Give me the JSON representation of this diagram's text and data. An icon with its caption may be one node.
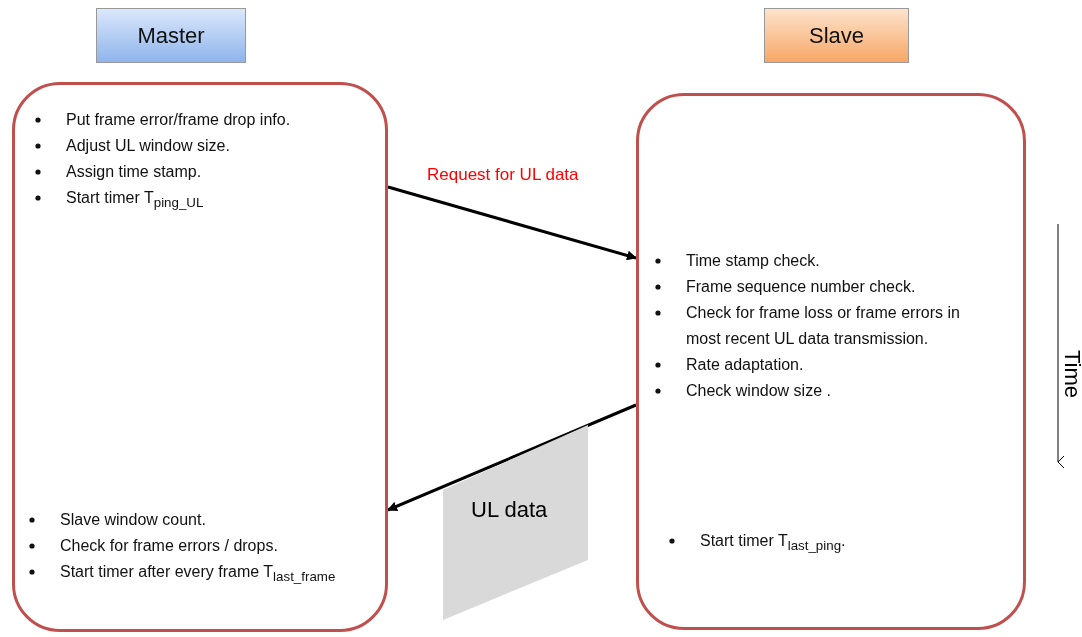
{
  "diagram": {
    "nodes": [
      {
        "text": [
          "Master"
        ]
      },
      {
        "text": [
          "Slave"
        ]
      },
      {
        "text": [
          "Put frame error/frame drop info.",
          "Adjust  UL window size.",
          "Assign time stamp.",
          "Start timer T$_{ping_UL}$",
          "Slave window count.",
          "Check for frame errors / drops.",
          "Start timer  after every frame T$_{last_frame}$"
        ]
      },
      {
        "text": [
          "Time stamp check.",
          "Frame sequence number check.",
          "Check for frame loss or frame errors in most recent  UL data transmission.",
          "Rate adaptation.",
          "Check window size .",
          "Start timer T$_{last_ping}$."
        ]
      },
      {
        "text": [
          "UL data"
        ]
      }
    ],
    "edges": [
      {
        "from": 2,
        "to": 3,
        "arrow": "to",
        "label": "Request for UL data"
      },
      {
        "from": 3,
        "to": 2,
        "arrow": "to"
      }
    ],
    "labels": [
      "Time"
    ]
  }
}
